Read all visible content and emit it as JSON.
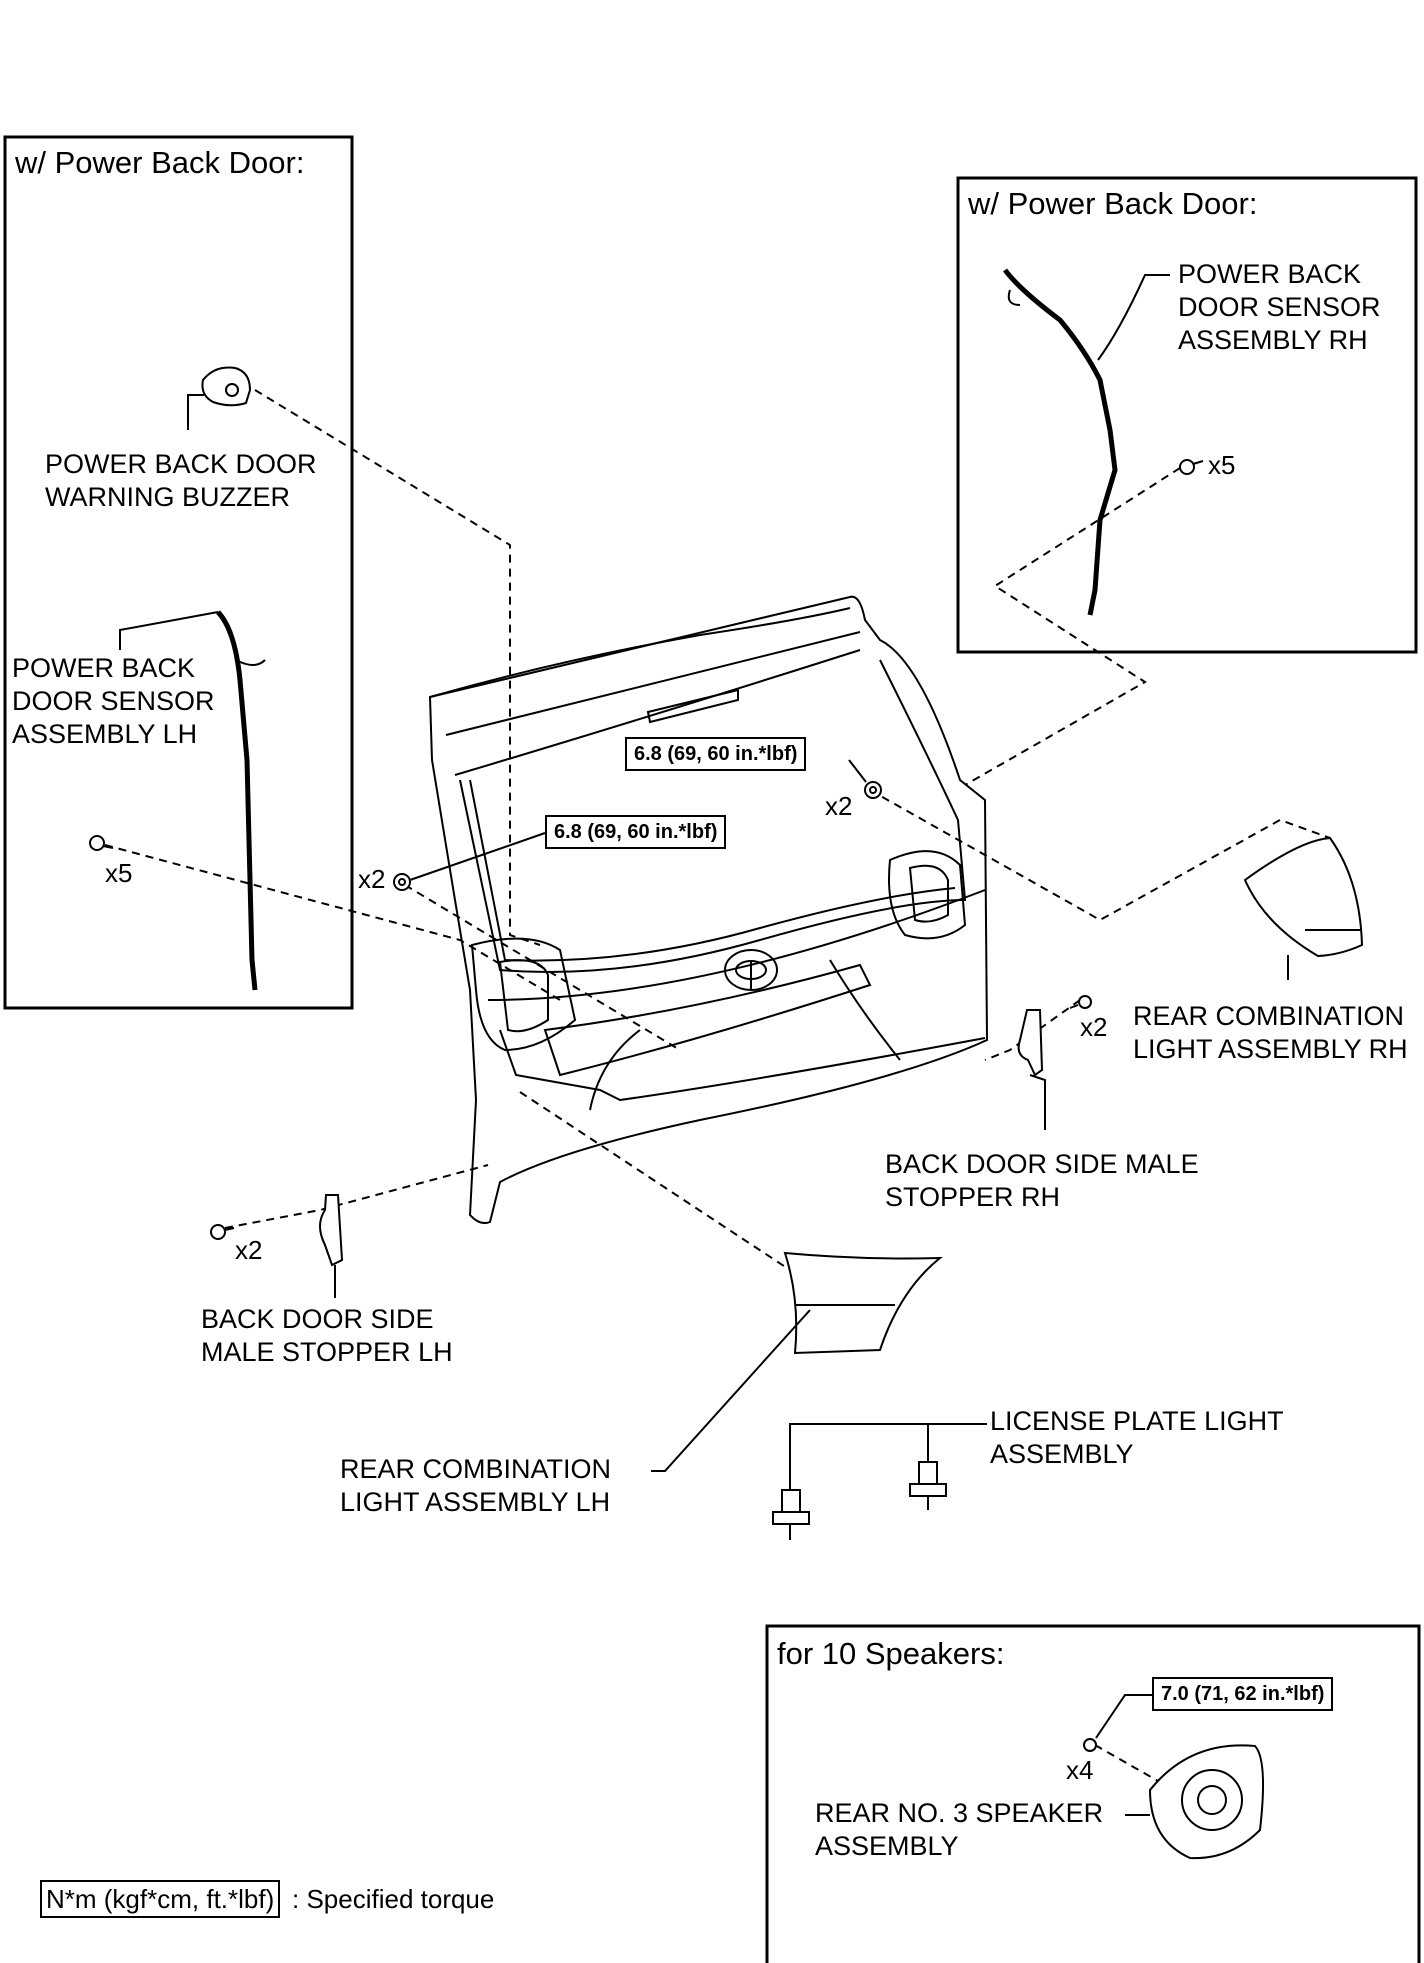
{
  "panels": {
    "left_title": "w/ Power Back Door:",
    "right_title": "w/ Power Back Door:",
    "speaker_title": "for 10 Speakers:"
  },
  "labels": {
    "warning_buzzer": "POWER BACK DOOR\nWARNING BUZZER",
    "sensor_lh": "POWER BACK\nDOOR SENSOR\nASSEMBLY LH",
    "sensor_rh": "POWER BACK\nDOOR SENSOR\nASSEMBLY RH",
    "rear_light_rh": "REAR COMBINATION\nLIGHT ASSEMBLY RH",
    "rear_light_lh": "REAR COMBINATION\nLIGHT ASSEMBLY LH",
    "stopper_rh": "BACK DOOR SIDE MALE\nSTOPPER RH",
    "stopper_lh": "BACK DOOR SIDE\nMALE STOPPER LH",
    "license_light": "LICENSE PLATE LIGHT\nASSEMBLY",
    "speaker": "REAR NO. 3 SPEAKER\nASSEMBLY"
  },
  "quantities": {
    "sensor_lh_bolts": "x5",
    "sensor_rh_bolts": "x5",
    "nut_left": "x2",
    "nut_center": "x2",
    "stopper_rh_bolts": "x2",
    "stopper_lh_bolts": "x2",
    "speaker_screws": "x4"
  },
  "torques": {
    "center_nut": "6.8 (69, 60 in.*lbf)",
    "left_nut": "6.8 (69, 60 in.*lbf)",
    "speaker": "7.0 (71, 62 in.*lbf)"
  },
  "legend": {
    "box": "N*m (kgf*cm, ft.*lbf)",
    "text": ": Specified torque"
  }
}
